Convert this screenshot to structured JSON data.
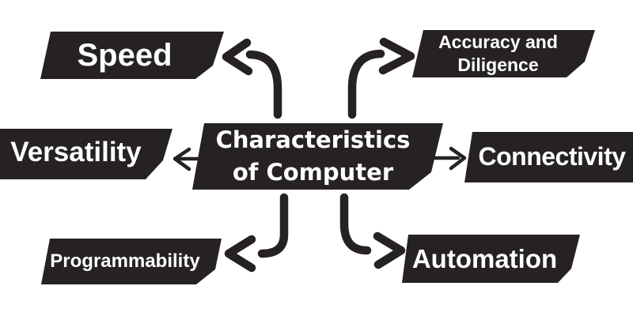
{
  "colors": {
    "background": "#ffffff",
    "ink": "#262223",
    "label_text": "#ffffff"
  },
  "center": {
    "line1": "Characteristics",
    "line2": "of Computer",
    "full_label": "Characteristics of Computer"
  },
  "nodes": {
    "speed": {
      "label": "Speed"
    },
    "accuracy_diligence": {
      "line1": "Accuracy and",
      "line2": "Diligence",
      "full_label": "Accuracy and Diligence"
    },
    "versatility": {
      "label": "Versatility"
    },
    "connectivity": {
      "label": "Connectivity"
    },
    "programmability": {
      "label": "Programmability"
    },
    "automation": {
      "label": "Automation"
    }
  },
  "connections": [
    {
      "from": "center",
      "to": "speed",
      "direction": "up-left"
    },
    {
      "from": "center",
      "to": "accuracy_diligence",
      "direction": "up-right"
    },
    {
      "from": "center",
      "to": "versatility",
      "direction": "left"
    },
    {
      "from": "center",
      "to": "connectivity",
      "direction": "right"
    },
    {
      "from": "center",
      "to": "programmability",
      "direction": "down-left"
    },
    {
      "from": "center",
      "to": "automation",
      "direction": "down-right"
    }
  ]
}
